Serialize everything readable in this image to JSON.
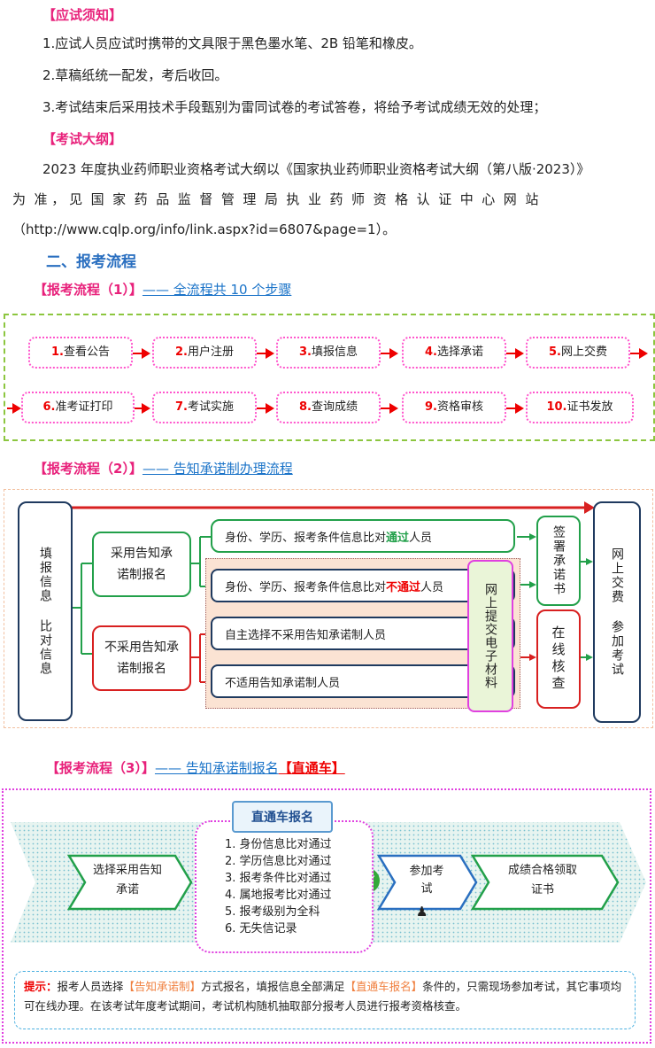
{
  "notice": {
    "heading": "【应试须知】",
    "items": [
      "1.应试人员应试时携带的文具限于黑色墨水笔、2B 铅笔和橡皮。",
      "2.草稿纸统一配发，考后收回。",
      "3.考试结束后采用技术手段甄别为雷同试卷的考试答卷，将给予考试成绩无效的处理；"
    ]
  },
  "outline": {
    "heading": "【考试大纲】",
    "line1": "2023 年度执业药师职业资格考试大纲以《国家执业药师职业资格考试大纲（第八版·2023）》",
    "line2": "为  准 ， 见  国  家  药  品  监  督  管  理  局  执  业  药  师  资  格  认  证  中  心  网  站",
    "line3": "（http://www.cqlp.org/info/link.aspx?id=6807&page=1）。"
  },
  "section2": {
    "title": "二、报考流程"
  },
  "flow1": {
    "label": "【报考流程（1）】",
    "desc": "—— 全流程共 10 个步骤",
    "steps": [
      {
        "num": "1.",
        "text": "查看公告"
      },
      {
        "num": "2.",
        "text": "用户注册"
      },
      {
        "num": "3.",
        "text": "填报信息"
      },
      {
        "num": "4.",
        "text": "选择承诺"
      },
      {
        "num": "5.",
        "text": "网上交费"
      },
      {
        "num": "6.",
        "text": "准考证打印"
      },
      {
        "num": "7.",
        "text": "考试实施"
      },
      {
        "num": "8.",
        "text": "查询成绩"
      },
      {
        "num": "9.",
        "text": "资格审核"
      },
      {
        "num": "10.",
        "text": "证书发放"
      }
    ]
  },
  "flow2": {
    "label": "【报考流程（2）】",
    "desc": "—— 告知承诺制办理流程",
    "left": "填报信息 比对信息",
    "adopt": "采用告知承诺制报名",
    "not_adopt": "不采用告知承诺制报名",
    "pass_pre": "身份、学历、报考条件信息比对",
    "pass_hl": "通过",
    "pass_post": "人员",
    "fail_pre": "身份、学历、报考条件信息比对",
    "fail_hl": "不通过",
    "fail_post": "人员",
    "voluntary": "自主选择不采用告知承诺制人员",
    "not_apply": "不适用告知承诺制人员",
    "submit": "网上提交电子材料",
    "sign": "签署承诺书",
    "online_check": "在线核查",
    "right": "网上交费 参加考试"
  },
  "flow3": {
    "label": "【报考流程（3）】",
    "desc_pre": "—— 告知承诺制报名",
    "desc_hl": "【直通车】",
    "choose": "选择采用告知承诺",
    "express_title": "直通车报名",
    "conditions": [
      "1. 身份信息比对通过",
      "2. 学历信息比对通过",
      "3. 报考条件比对通过",
      "4. 属地报考比对通过",
      "5. 报考级别为全科",
      "6. 无失信记录"
    ],
    "attend": "参加考试",
    "result": "成绩合格领取证书",
    "tip_label": "提示：",
    "tip_1": "报考人员选择",
    "tip_hl1": "【告知承诺制】",
    "tip_2": "方式报名，填报信息全部满足",
    "tip_hl2": "【直通车报名】",
    "tip_3": "条件的，只需现场参加考试，其它事项均可在线办理。在该考试年度考试期间，考试机构随机抽取部分报考人员进行报考资格核查。"
  }
}
